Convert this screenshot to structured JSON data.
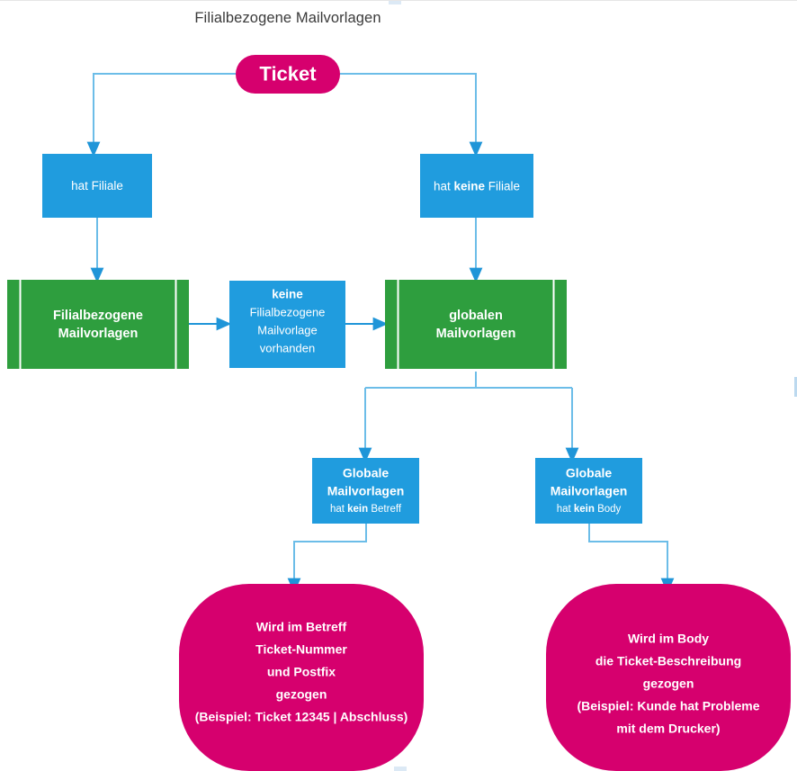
{
  "document": {
    "title": "Filialbezogene Mailvorlagen"
  },
  "colors": {
    "pink": "#D6006E",
    "blue": "#209CDE",
    "green": "#2E9E3E",
    "connector": "#6CBDE8",
    "connector_arrow": "#1F95D8",
    "text_on_shape": "#FFFFFF",
    "title_text": "#3A3A3A",
    "page_background": "#FFFFFF"
  },
  "chart_data": {
    "type": "diagram",
    "title": "Filialbezogene Mailvorlagen",
    "nodes": [
      {
        "id": "ticket",
        "label": "Ticket",
        "shape": "rounded-pill",
        "color": "#D6006E"
      },
      {
        "id": "hat_filiale",
        "label": "hat Filiale",
        "shape": "rectangle",
        "color": "#209CDE"
      },
      {
        "id": "keine_filiale",
        "label": "hat keine Filiale",
        "shape": "rectangle",
        "color": "#209CDE"
      },
      {
        "id": "filial_vorlagen",
        "label": "Filialbezogene Mailvorlagen",
        "shape": "predefined-process",
        "color": "#2E9E3E"
      },
      {
        "id": "keine_vorlage",
        "label": "keine Filialbezogene Mailvorlage vorhanden",
        "shape": "rectangle",
        "color": "#209CDE"
      },
      {
        "id": "global_vorlagen",
        "label": "globalen Mailvorlagen",
        "shape": "predefined-process",
        "color": "#2E9E3E"
      },
      {
        "id": "kein_betreff",
        "label": "Globale Mailvorlagen hat kein Betreff",
        "shape": "rectangle",
        "color": "#209CDE"
      },
      {
        "id": "kein_body",
        "label": "Globale Mailvorlagen hat kein Body",
        "shape": "rectangle",
        "color": "#209CDE"
      },
      {
        "id": "betreff_result",
        "label": "Wird im Betreff Ticket-Nummer und Postfix gezogen (Beispiel: Ticket 12345 | Abschluss)",
        "shape": "rounded-rect",
        "color": "#D6006E"
      },
      {
        "id": "body_result",
        "label": "Wird im Body die Ticket-Beschreibung gezogen (Beispiel: Kunde hat Probleme mit dem Drucker)",
        "shape": "rounded-rect",
        "color": "#D6006E"
      }
    ],
    "edges": [
      {
        "from": "ticket",
        "to": "hat_filiale"
      },
      {
        "from": "ticket",
        "to": "keine_filiale"
      },
      {
        "from": "hat_filiale",
        "to": "filial_vorlagen"
      },
      {
        "from": "keine_filiale",
        "to": "global_vorlagen"
      },
      {
        "from": "filial_vorlagen",
        "to": "keine_vorlage"
      },
      {
        "from": "keine_vorlage",
        "to": "global_vorlagen"
      },
      {
        "from": "global_vorlagen",
        "to": "kein_betreff"
      },
      {
        "from": "global_vorlagen",
        "to": "kein_body"
      },
      {
        "from": "kein_betreff",
        "to": "betreff_result"
      },
      {
        "from": "kein_body",
        "to": "body_result"
      }
    ]
  },
  "nodes": {
    "ticket": {
      "label": "Ticket"
    },
    "hat_filiale": {
      "label": "hat Filiale"
    },
    "keine_filiale": {
      "part1": "hat ",
      "bold": "keine",
      "part2": " Filiale"
    },
    "filial_vorlagen": {
      "line1": "Filialbezogene",
      "line2": "Mailvorlagen"
    },
    "keine_vorlage": {
      "line1": "keine",
      "line2": "Filialbezogene",
      "line3": "Mailvorlage",
      "line4": "vorhanden"
    },
    "global_vorlagen": {
      "line1": "globalen",
      "line2": "Mailvorlagen"
    },
    "kein_betreff": {
      "line1": "Globale",
      "line2": "Mailvorlagen",
      "sub_part1": "hat ",
      "sub_bold": "kein",
      "sub_part2": " Betreff"
    },
    "kein_body": {
      "line1": "Globale",
      "line2": "Mailvorlagen",
      "sub_part1": "hat ",
      "sub_bold": "kein",
      "sub_part2": " Body"
    },
    "betreff_result": {
      "line1": "Wird im Betreff",
      "line2": "Ticket-Nummer",
      "line3": "und Postfix",
      "line4": "gezogen",
      "line5": "(Beispiel: Ticket 12345 | Abschluss)"
    },
    "body_result": {
      "line1": "Wird im Body",
      "line2": "die Ticket-Beschreibung",
      "line3": "gezogen",
      "line4": "(Beispiel: Kunde hat Probleme",
      "line5": "mit dem Drucker)"
    }
  }
}
